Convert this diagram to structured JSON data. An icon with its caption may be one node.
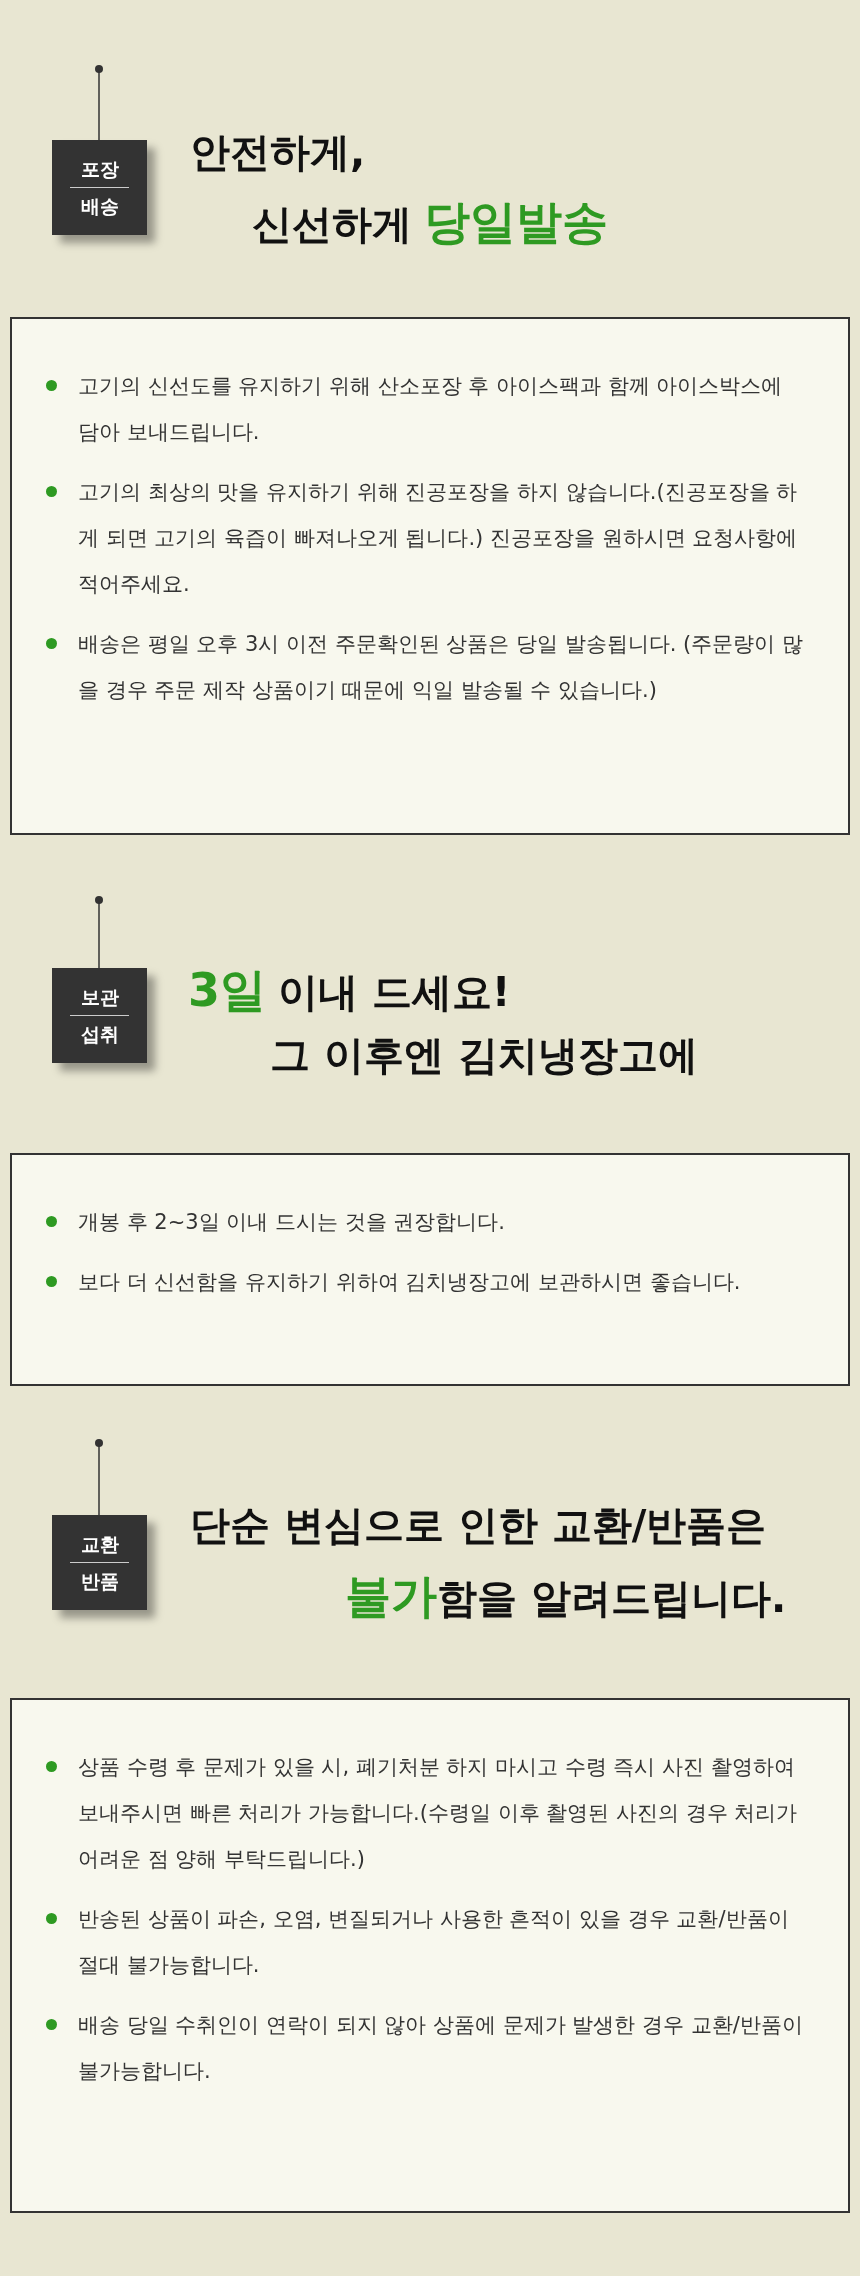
{
  "diagram": {
    "nodes": [
      {
        "text": [
          "포장",
          "배송"
        ]
      },
      {
        "text": [
          "고기의 신선도를 유지하기 위해 산소포장 후 아이스팩과 함께 아이스박스에 담아 보내드립니다.",
          "고기의 최상의 맛을 유지하기 위해 진공포장을 하지 않습니다.(진공포장을 하게 되면 고기의 육즙이 빠져나오게 됩니다.) 진공포장을 원하시면 요청사항에 적어주세요.",
          "배송은 평일 오후 3시 이전 주문확인된 상품은 당일 발송됩니다. (주문량이 많을 경우 주문 제작 상품이기 때문에 익일 발송될 수 있습니다.)"
        ]
      },
      {
        "text": [
          "보관",
          "섭취"
        ]
      },
      {
        "text": [
          "개봉 후 2~3일 이내 드시는 것을 권장합니다.",
          "보다 더 신선함을 유지하기 위하여 김치냉장고에 보관하시면 좋습니다."
        ]
      },
      {
        "text": [
          "교환",
          "반품"
        ]
      },
      {
        "text": [
          "상품 수령 후 문제가 있을 시, 폐기처분 하지 마시고 수령 즉시 사진 촬영하여 보내주시면 빠른 처리가 가능합니다.(수령일 이후 촬영된 사진의 경우 처리가 어려운 점 양해 부탁드립니다.)",
          "반송된 상품이 파손, 오염, 변질되거나 사용한 흔적이 있을 경우 교환/반품이 절대 불가능합니다.",
          "배송 당일 수취인이 연락이 되지 않아 상품에 문제가 발생한 경우 교환/반품이 불가능합니다."
        ]
      }
    ],
    "labels": [
      "안전하게,",
      "신선하게",
      "당일발송",
      "3일",
      "이내 드세요!",
      "그 이후엔 김치냉장고에",
      "단순 변심으로 인한 교환/반품은",
      "불가",
      "함을 알려드립니다."
    ]
  }
}
